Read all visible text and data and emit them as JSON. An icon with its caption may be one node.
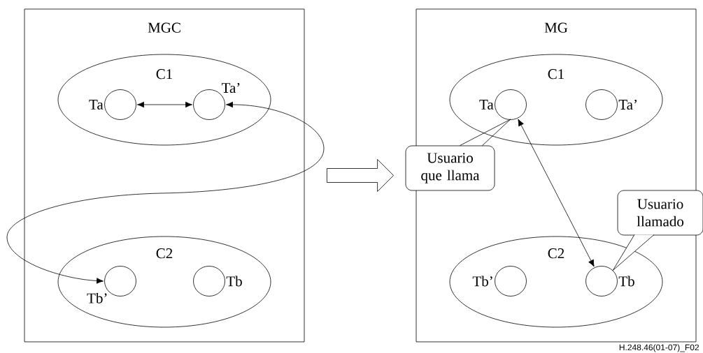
{
  "diagram": {
    "nodes": [
      {
        "text": [
          "MGC"
        ]
      },
      {
        "text": [
          "C1"
        ],
        "in": 0
      },
      {
        "text": [],
        "shape": "circle",
        "beside": [
          "Ta"
        ],
        "in": 1
      },
      {
        "text": [],
        "shape": "circle",
        "beside": [
          "Ta’"
        ],
        "in": 1
      },
      {
        "text": [
          "C2"
        ],
        "in": 0
      },
      {
        "text": [],
        "shape": "circle",
        "beside": [
          "Tb’"
        ],
        "in": 4
      },
      {
        "text": [],
        "shape": "circle",
        "beside": [
          "Tb"
        ],
        "in": 4
      },
      {
        "text": [
          "MG"
        ]
      },
      {
        "text": [
          "C1"
        ],
        "in": 7
      },
      {
        "text": [],
        "shape": "circle",
        "beside": [
          "Ta"
        ],
        "in": 8
      },
      {
        "text": [],
        "shape": "circle",
        "beside": [
          "Ta’"
        ],
        "in": 8
      },
      {
        "text": [
          "C2"
        ],
        "in": 7
      },
      {
        "text": [],
        "shape": "circle",
        "beside": [
          "Tb’"
        ],
        "in": 11
      },
      {
        "text": [],
        "shape": "circle",
        "beside": [
          "Tb"
        ],
        "in": 11
      },
      {
        "text": [
          "Usuario que llama"
        ]
      },
      {
        "text": [
          "Usuario llamado"
        ]
      }
    ],
    "edges": [
      {
        "from": 2,
        "to": 3,
        "arrow": "both"
      },
      {
        "from": 3,
        "to": 5,
        "arrow": "both"
      },
      {
        "from": 9,
        "to": 13,
        "arrow": "both"
      },
      {
        "from": 0,
        "to": 7,
        "arrow": "to"
      },
      {
        "from": 14,
        "to": 9,
        "arrow": "none"
      },
      {
        "from": 15,
        "to": 13,
        "arrow": "none"
      }
    ],
    "labels": [
      "H.248.46(01-07)_F02"
    ]
  }
}
